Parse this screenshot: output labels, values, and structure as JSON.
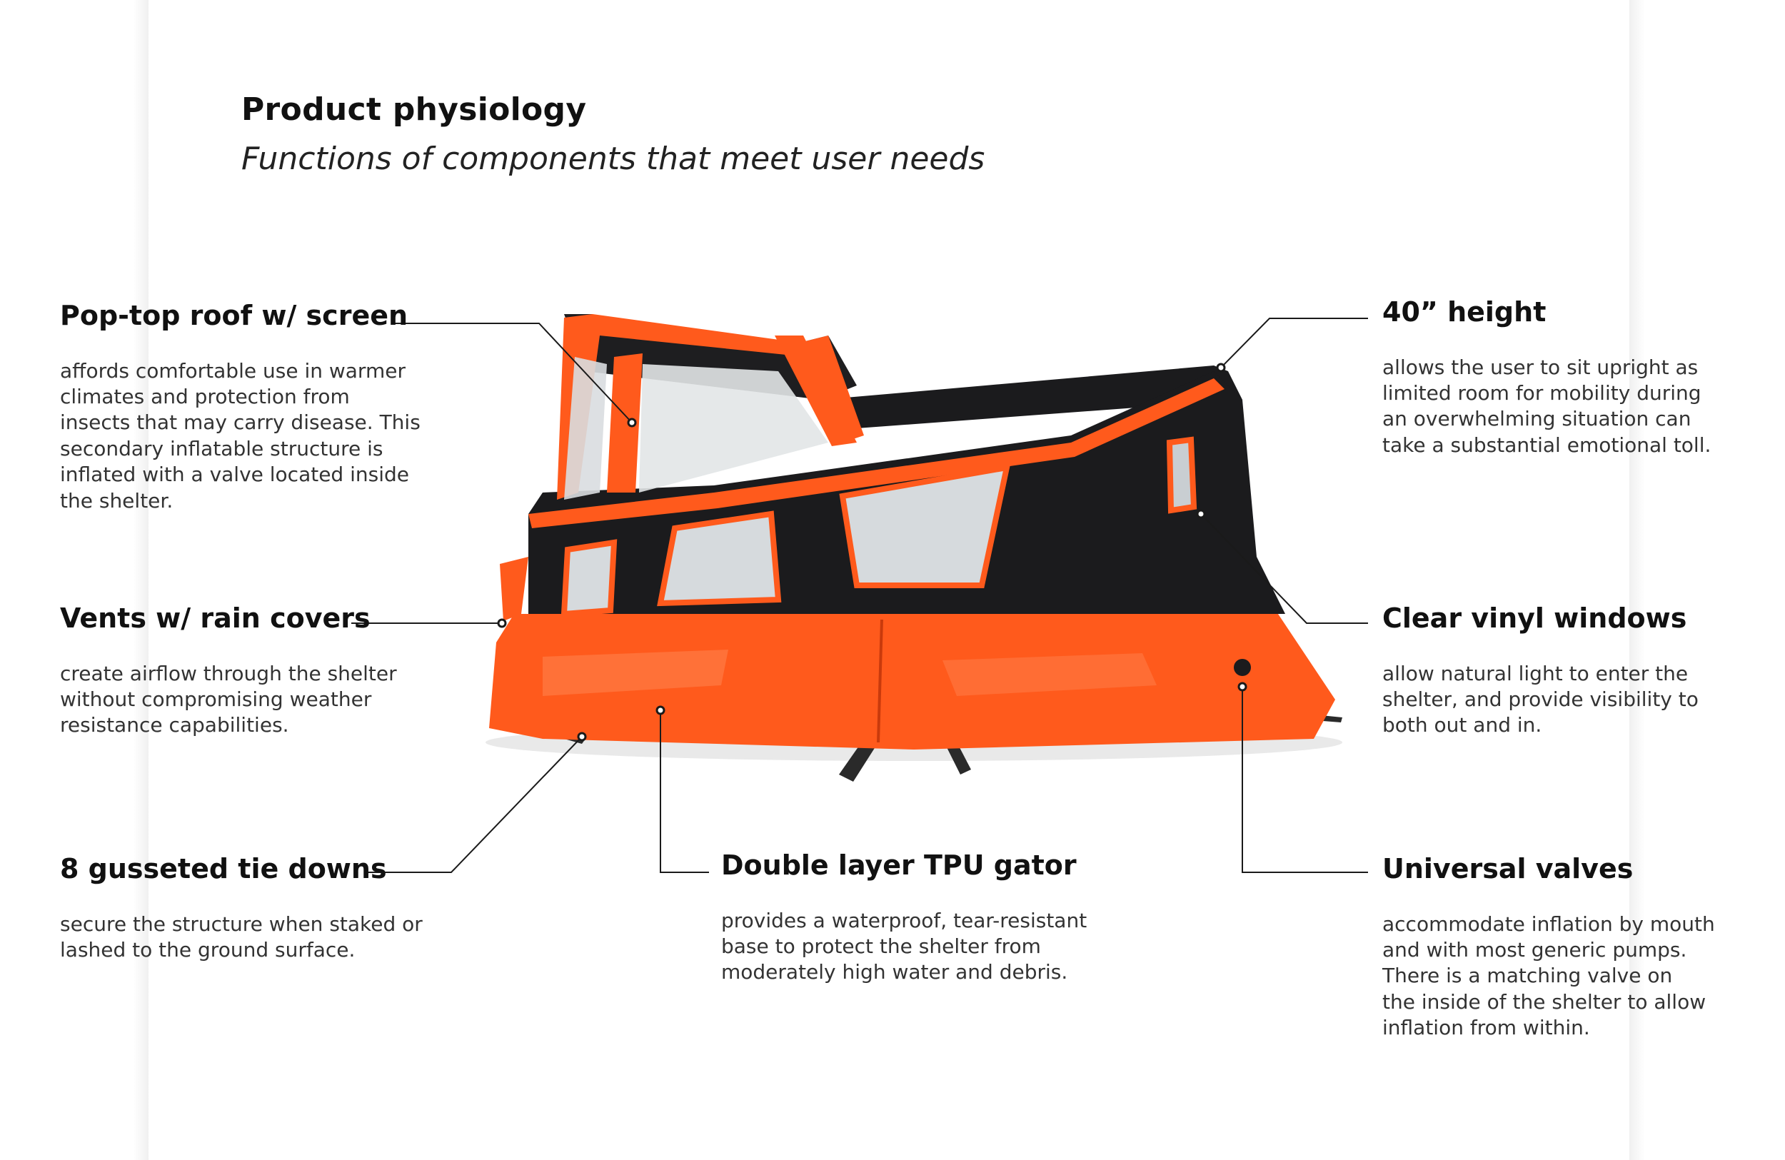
{
  "title": "Product physiology",
  "subtitle": "Functions of components that meet user needs",
  "callouts": {
    "pop_top": {
      "heading": "Pop-top roof w/ screen",
      "text": "affords comfortable use in warmer\nclimates and protection from\ninsects that may carry disease. This\nsecondary inflatable structure is\ninflated with a valve  located inside\nthe shelter."
    },
    "vents": {
      "heading": "Vents w/ rain covers",
      "text": "create airflow through the shelter\nwithout  compromising weather\nresistance capabilities."
    },
    "tie_downs": {
      "heading": "8 gusseted tie downs",
      "text": "secure the structure when staked or\nlashed to the ground surface."
    },
    "gator": {
      "heading": "Double layer TPU gator",
      "text": "provides a waterproof, tear-resistant\nbase to protect the shelter from\nmoderately high water and debris."
    },
    "height": {
      "heading": "40” height",
      "text": "allows the user to sit upright as\nlimited room for mobility during\nan overwhelming situation can\ntake a substantial emotional toll."
    },
    "windows": {
      "heading": "Clear vinyl windows",
      "text": "allow natural light to enter the\nshelter, and provide visibility to\nboth out and in."
    },
    "valves": {
      "heading": "Universal valves",
      "text": "accommodate inflation by mouth\nand with most generic pumps.\nThere is a matching valve on\nthe inside of the shelter to allow\ninflation from within."
    }
  },
  "colors": {
    "orange": "#ff5a1c",
    "orange_dark": "#e0440e",
    "black_body": "#1b1b1d",
    "window": "#d6dadd",
    "leader": "#1a1a1a"
  }
}
